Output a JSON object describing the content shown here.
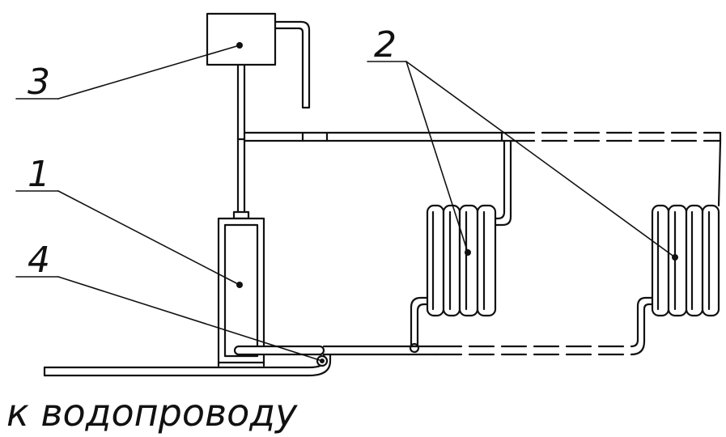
{
  "labels": {
    "boiler": "1",
    "radiators": "2",
    "expansion_tank": "3",
    "feed_valve": "4"
  },
  "caption": "к водопроводу",
  "colors": {
    "line": "#111111",
    "background": "#ffffff"
  }
}
